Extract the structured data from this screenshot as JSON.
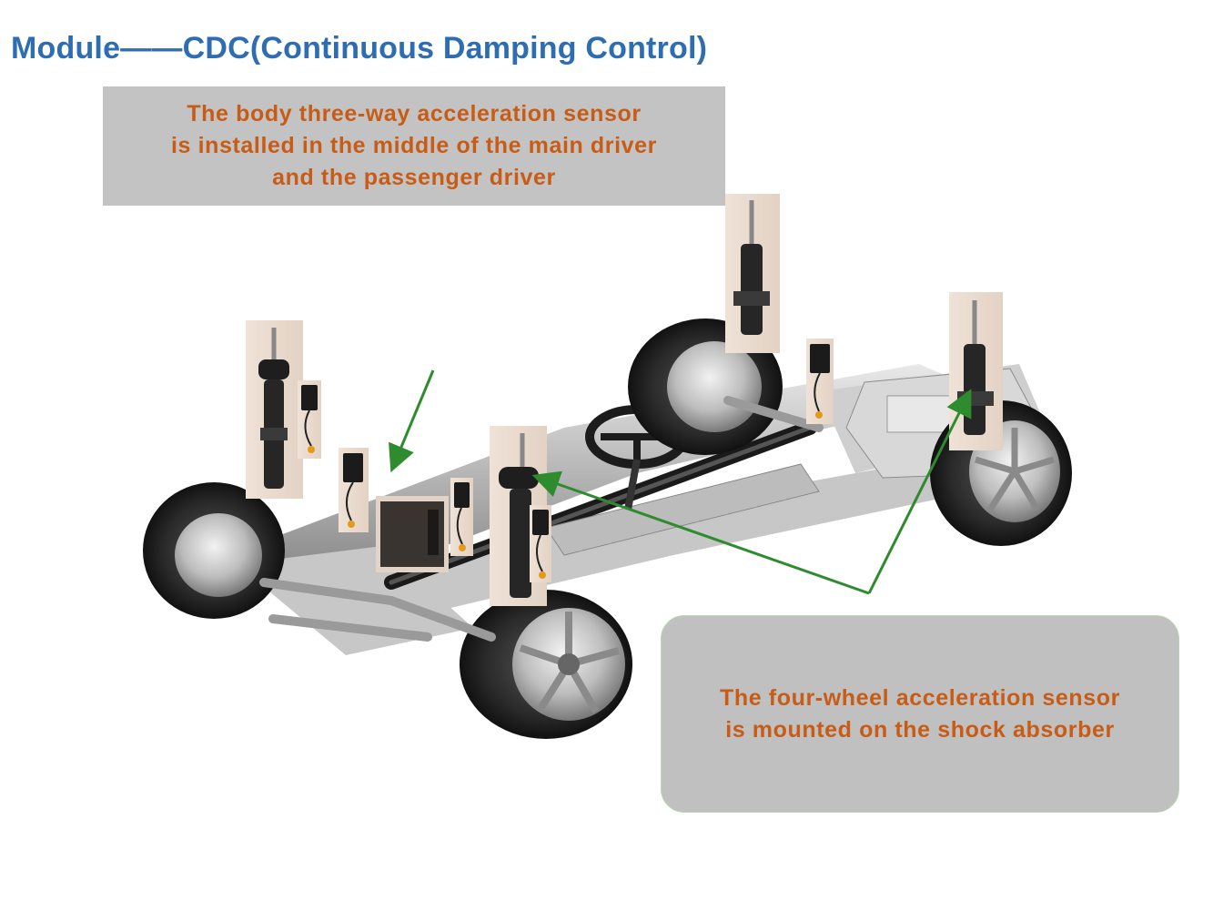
{
  "slide": {
    "title": "Module——CDC(Continuous Damping Control)"
  },
  "callouts": {
    "body_sensor": {
      "lines": [
        "The body three-way acceleration sensor",
        "is installed in the middle of the main driver",
        "and the passenger driver"
      ]
    },
    "wheel_sensor": {
      "lines": [
        "The four-wheel acceleration sensor",
        " is mounted on the shock absorber"
      ]
    }
  },
  "colors": {
    "title": "#2f6db3",
    "callout_text": "#c85c16",
    "callout_bg": "#c3c3c3",
    "arrow": "#2e8b2e"
  }
}
